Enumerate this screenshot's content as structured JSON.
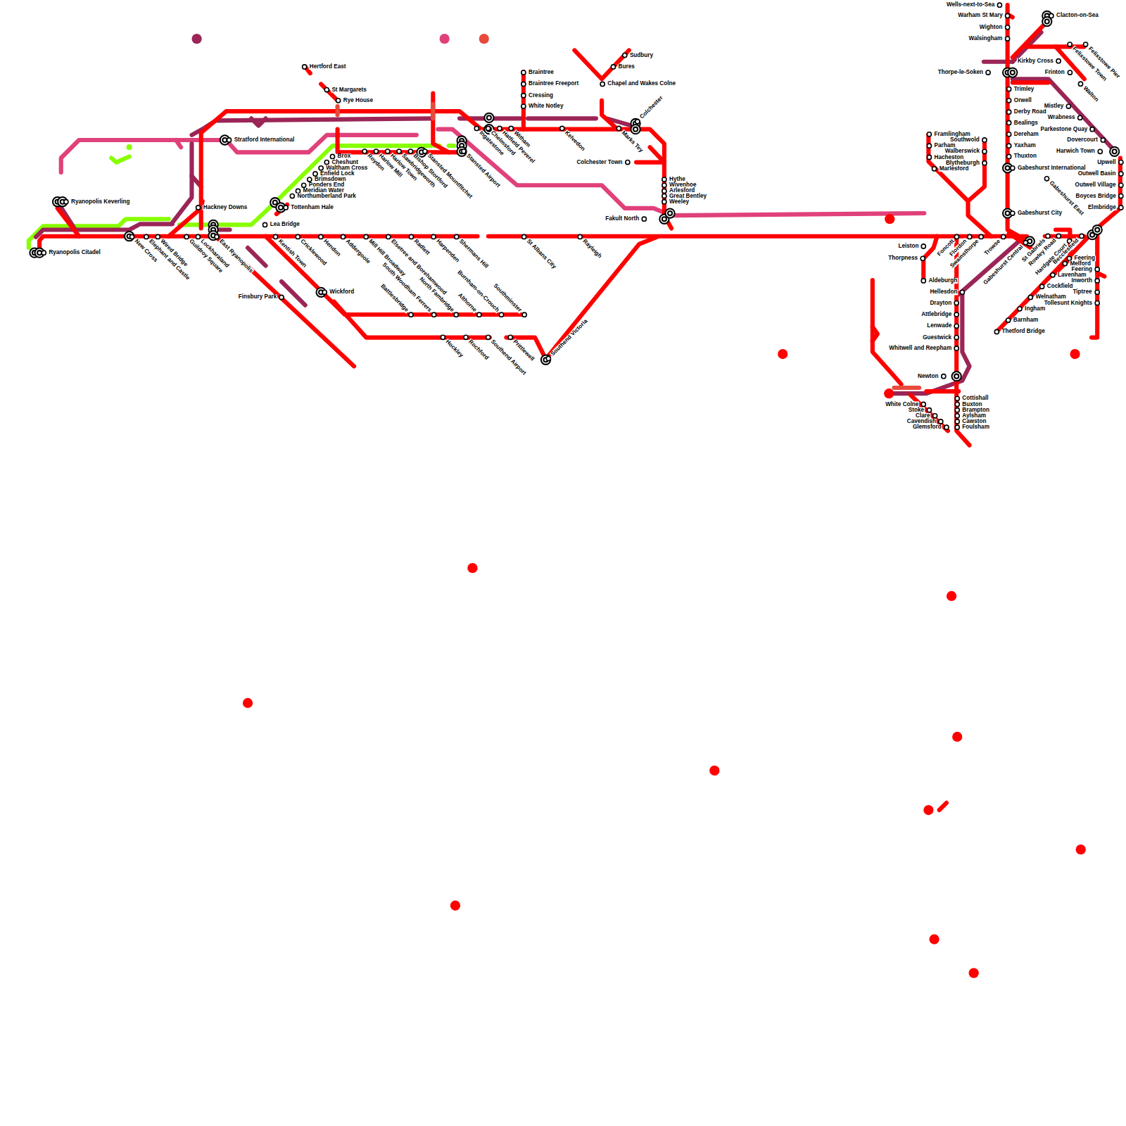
{
  "diagram": {
    "labels": [
      "Ryanopolis Keverling",
      "Ryanopolis Citadel",
      "Stratford International",
      "Hackney Downs",
      "Tottenham Hale",
      "Lea Bridge",
      "Finsbury Park",
      "Hertford East",
      "St Margarets",
      "Rye House",
      "Brox",
      "Cheshunt",
      "Waltham Cross",
      "Enfield Lock",
      "Brimsdown",
      "Ponders End",
      "Meridian Water",
      "Northumberland Park",
      "New Cross",
      "Elephant and Castle",
      "Wired Bridge",
      "Guildroy Square",
      "Lockharaland",
      "East Ryanopolis",
      "Kentish Town",
      "Cricklewood",
      "Hendon",
      "Addergoole",
      "Mill Hill Broadway",
      "Elsetree and Borehamwood",
      "Radlett",
      "Harpenden",
      "Shermans Hill",
      "St Albans City",
      "Rayleigh",
      "Battlesbridge",
      "South Woodham Ferrers",
      "North Fambridge",
      "Althorne",
      "Burnham-on-Crouch",
      "Southminster",
      "Wickford",
      "Hockley",
      "Rochford",
      "Southend Airport",
      "Prittlewell",
      "Southend Victoria",
      "Roydon",
      "Harlow Mill",
      "Harlow Town",
      "Sawbridgeworth",
      "Bishop Stortford",
      "Stansted Mountfitchet",
      "Stansted Airport",
      "Ingatestone",
      "Chelmsford",
      "Hatfield Peverel",
      "Witham",
      "Kelvedon",
      "Marks Tey",
      "Braintree",
      "Braintree Freeport",
      "Cressing",
      "White Notley",
      "Sudbury",
      "Bures",
      "Chapel and Wakes Colne",
      "Colchester",
      "Colchester Town",
      "Hythe",
      "Wivenhoe",
      "Arlesford",
      "Great Bentley",
      "Weeley",
      "Fakult North",
      "Wells-next-to-Sea",
      "Warham St Mary",
      "Wighton",
      "Walsingham",
      "Clacton-on-Sea",
      "Kirkby Cross",
      "Thorpe-le-Soken",
      "Felixstowe Town",
      "Felixstowe Pier",
      "Frinton",
      "Walton",
      "Trimley",
      "Orwell",
      "Derby Road",
      "Bealings",
      "Dereham",
      "Yaxham",
      "Thuxton",
      "Gabeshurst International",
      "Gabeshurst City",
      "Mistley",
      "Wrabness",
      "Parkestone Quay",
      "Dovercourt",
      "Harwich Town",
      "Upwell",
      "Outwell Basin",
      "Outwell Village",
      "Boyces Bridge",
      "Elmbridge",
      "Gabeshurst East",
      "Framlingham",
      "Parham",
      "Hacheston",
      "Marlesford",
      "Southwold",
      "Walberswick",
      "Blytheburgh",
      "Leiston",
      "Thorpness",
      "Aldeburgh",
      "Foncott",
      "Flordon",
      "Swainsthorpe",
      "Trowse",
      "Gabeshurst Central",
      "St Gabriels",
      "Rowley Road",
      "Hardgate Court",
      "Becclesfield",
      "Feering",
      "Melford",
      "Feering",
      "Lavenham",
      "Cockfield",
      "Welnatham",
      "Ingham",
      "Barnham",
      "Thetford Bridge",
      "Inworth",
      "Tiptree",
      "Tollesunt Knights",
      "Hellesdon",
      "Drayton",
      "Attlebridge",
      "Lenwade",
      "Guestwick",
      "Whitwell and Reepham",
      "Newton",
      "Cottishall",
      "Buxton",
      "Brampton",
      "Aylsham",
      "Cawston",
      "Foulsham",
      "White Colne",
      "Stoke",
      "Clare",
      "Cavendish",
      "Glemsford"
    ]
  }
}
